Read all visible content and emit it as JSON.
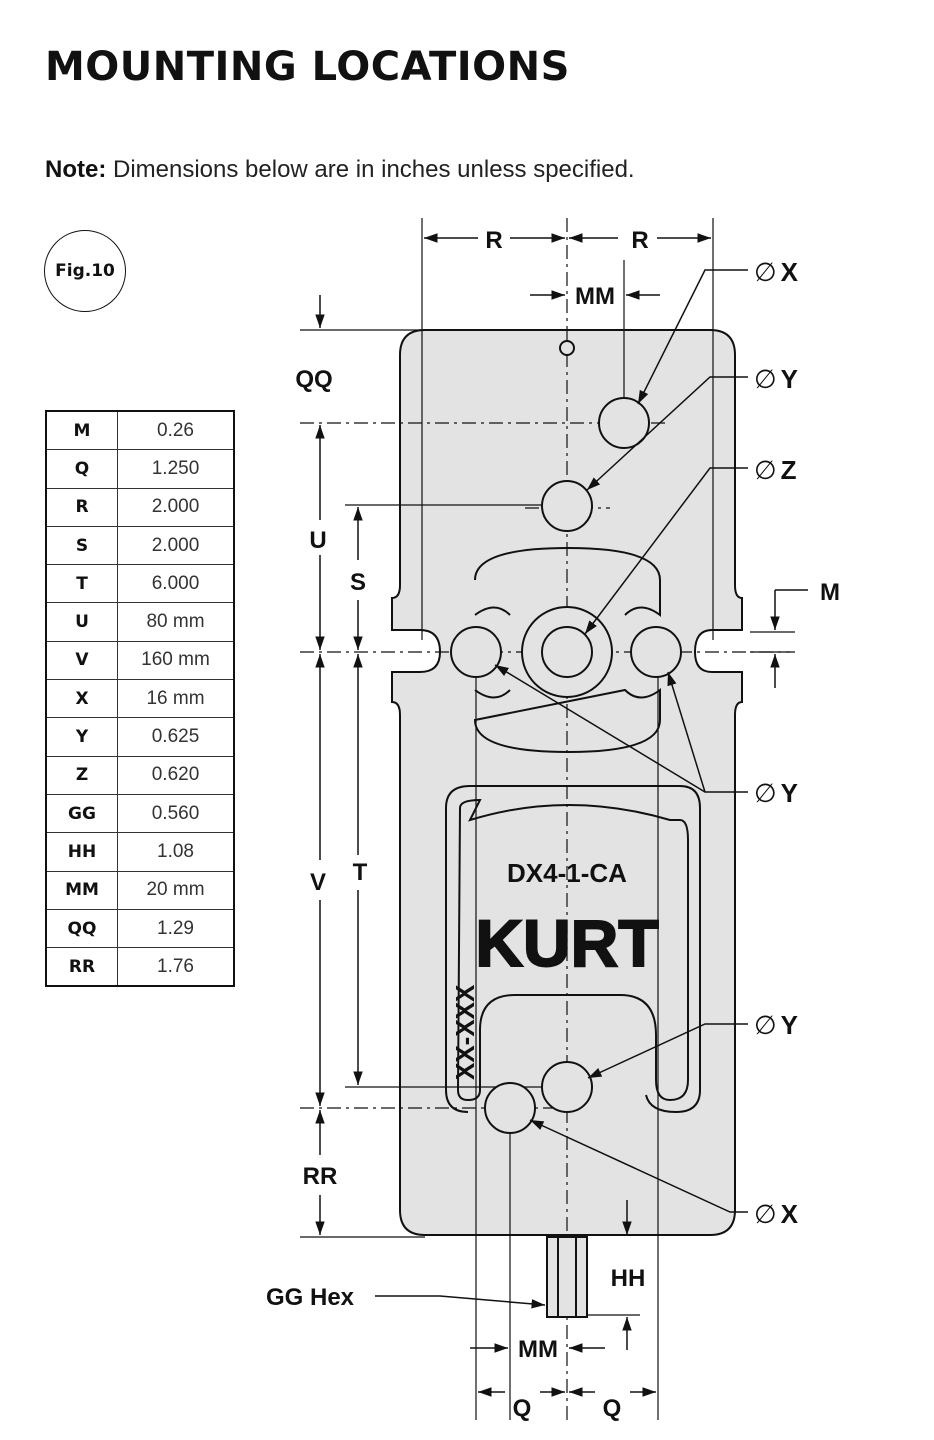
{
  "title": "MOUNTING LOCATIONS",
  "note": {
    "label": "Note:",
    "text": " Dimensions below are in inches unless specified."
  },
  "figure_label": "Fig.10",
  "dimensions": [
    {
      "key": "M",
      "value": "0.26"
    },
    {
      "key": "Q",
      "value": "1.250"
    },
    {
      "key": "R",
      "value": "2.000"
    },
    {
      "key": "S",
      "value": "2.000"
    },
    {
      "key": "T",
      "value": "6.000"
    },
    {
      "key": "U",
      "value": "80 mm"
    },
    {
      "key": "V",
      "value": "160 mm"
    },
    {
      "key": "X",
      "value": "16 mm"
    },
    {
      "key": "Y",
      "value": "0.625"
    },
    {
      "key": "Z",
      "value": "0.620"
    },
    {
      "key": "GG",
      "value": "0.560"
    },
    {
      "key": "HH",
      "value": "1.08"
    },
    {
      "key": "MM",
      "value": "20 mm"
    },
    {
      "key": "QQ",
      "value": "1.29"
    },
    {
      "key": "RR",
      "value": "1.76"
    }
  ],
  "drawing": {
    "part_number": "DX4-1-CA",
    "brand": "KURT",
    "serial": "XX-XXX",
    "diameter_symbol": "∅",
    "labels": {
      "r": "R",
      "mm": "MM",
      "qq": "QQ",
      "u": "U",
      "s": "S",
      "v": "V",
      "t": "T",
      "rr": "RR",
      "hh": "HH",
      "gg_hex": "GG Hex",
      "q": "Q",
      "m": "M",
      "x": "X",
      "y": "Y",
      "z": "Z"
    }
  },
  "colors": {
    "plate_fill": "#e3e3e3",
    "line": "#111111"
  }
}
